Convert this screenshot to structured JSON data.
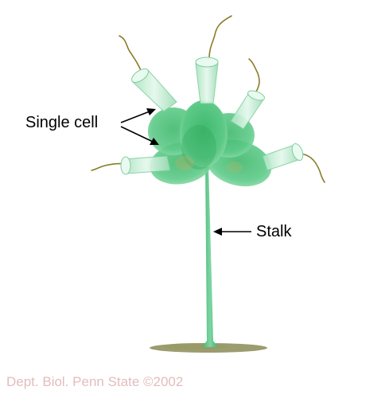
{
  "labels": {
    "single_cell": "Single cell",
    "stalk": "Stalk"
  },
  "credit": "Dept. Biol. Penn State ©2002",
  "colors": {
    "cell_fill": "#4cc07a",
    "cell_dark": "#2fa55c",
    "collar_fill": "#c8eed6",
    "stalk": "#56c48a",
    "flagellum": "#8a7d2a",
    "ground": "#8a8b56",
    "arrow": "#000000",
    "credit": "#e4bcbc"
  }
}
